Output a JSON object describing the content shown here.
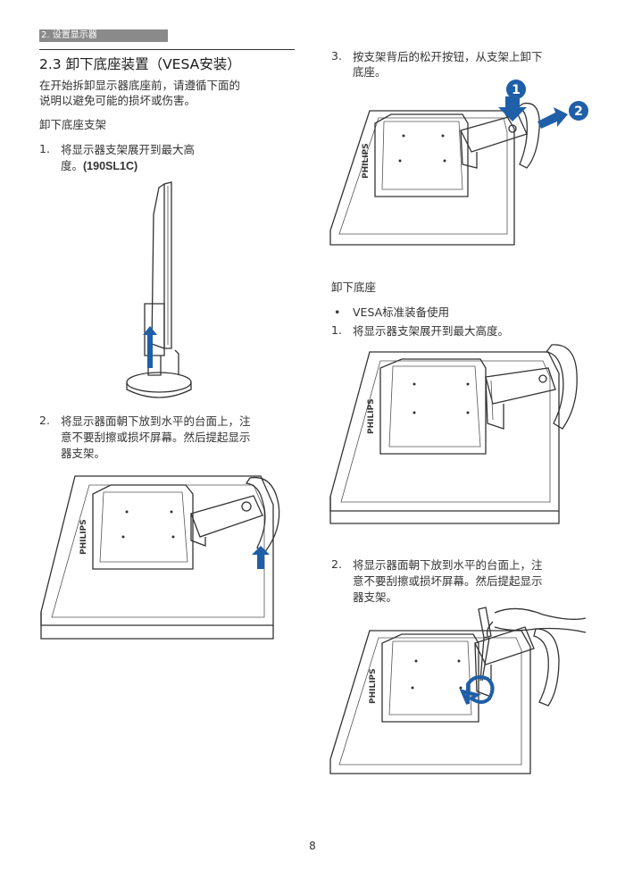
{
  "header": {
    "section_tab": "2. 设置显示器"
  },
  "title": "2.3   卸下底座装置（VESA安装）",
  "intro": [
    "在开始拆卸显示器底座前，请遵循下面的",
    "说明以避免可能的损坏或伤害。"
  ],
  "left": {
    "subheading": "卸下底座支架",
    "step1": {
      "num": "1.",
      "lines": [
        "将显示器支架展开到最大高",
        "度。"
      ],
      "model": "(190SL1C)"
    },
    "step2": {
      "num": "2.",
      "lines": [
        "将显示器面朝下放到水平的台面上，注",
        "意不要刮擦或损坏屏幕。然后提起显示",
        "器支架。"
      ]
    }
  },
  "right": {
    "step3": {
      "num": "3.",
      "lines": [
        "按支架背后的松开按钮，从支架上卸下",
        "底座。"
      ]
    },
    "subheading": "卸下底座",
    "bullet": "VESA标准装备使用",
    "step1": {
      "num": "1.",
      "text": "将显示器支架展开到最大高度。"
    },
    "step2": {
      "num": "2.",
      "lines": [
        "将显示器面朝下放到水平的台面上，注",
        "意不要刮擦或损坏屏幕。然后提起显示",
        "器支架。"
      ]
    }
  },
  "figure_labels": {
    "brand": "PHILIPS",
    "callout_1": "1",
    "callout_2": "2"
  },
  "colors": {
    "accent_blue": "#1f5fa8",
    "header_gray": "#8a8a8a",
    "line": "#333333"
  },
  "page_number": "8"
}
